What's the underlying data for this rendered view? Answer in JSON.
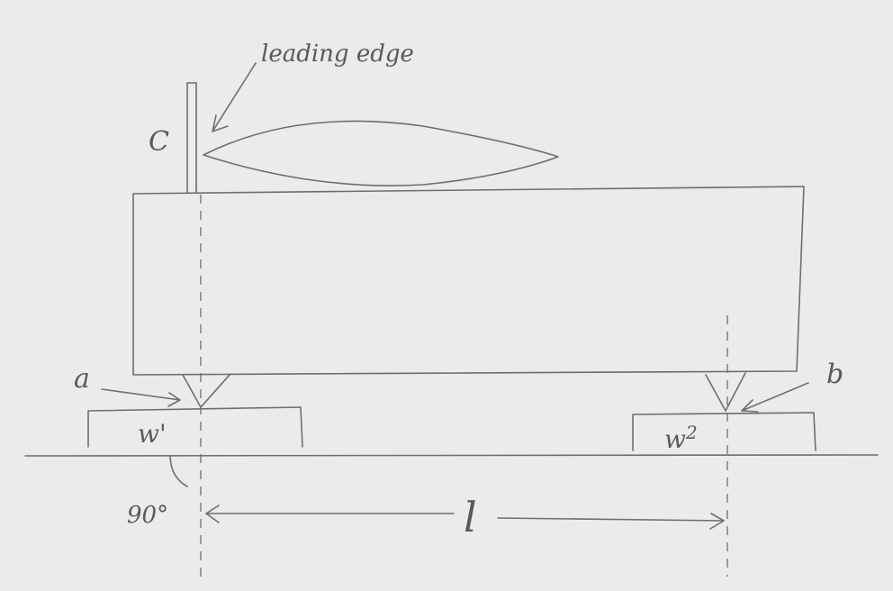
{
  "diagram": {
    "labels": {
      "leading_edge": "leading edge",
      "c": "C",
      "a": "a",
      "b": "b",
      "w1": "w'",
      "w2": "w2",
      "angle": "90°",
      "length": "l"
    }
  },
  "colors": {
    "paper": "#ebebeb",
    "pencil": "#6e6e6e"
  }
}
